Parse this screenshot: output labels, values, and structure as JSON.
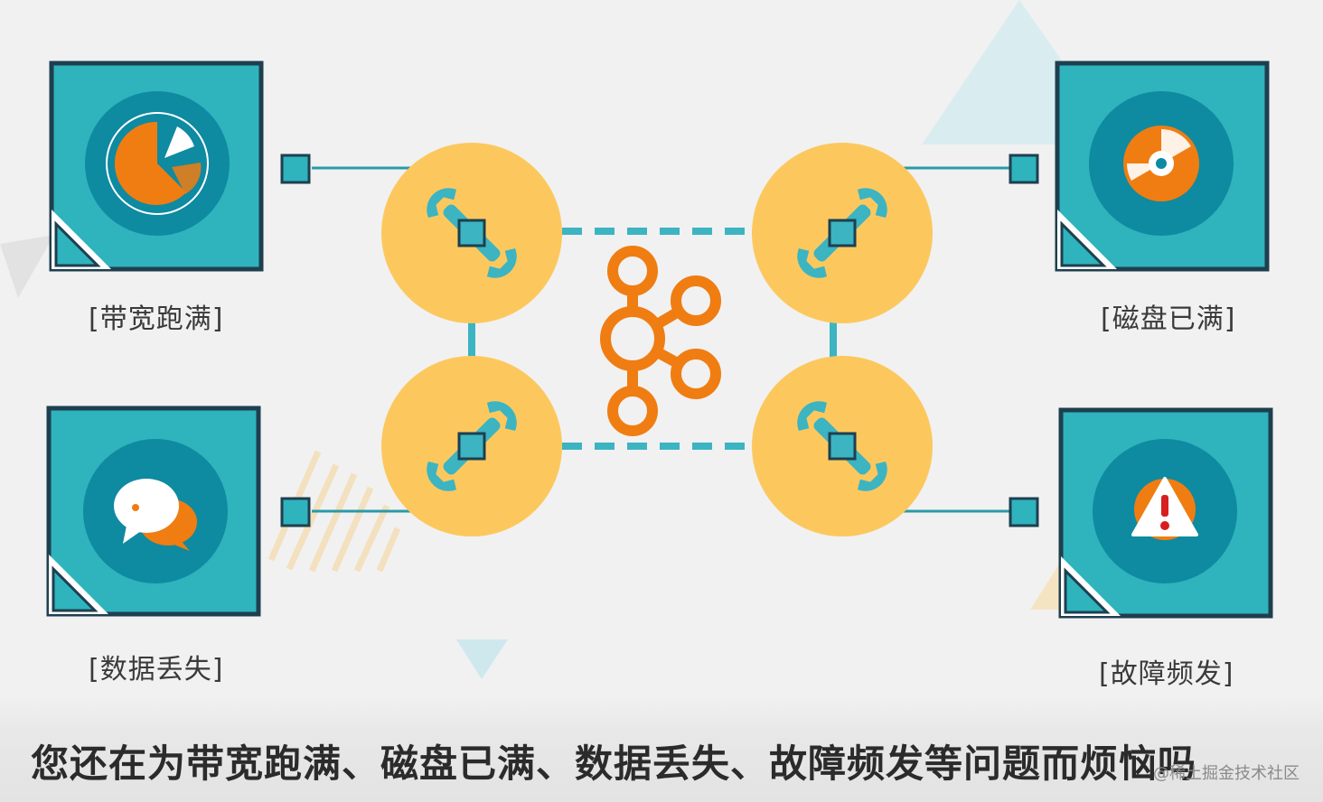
{
  "labels": {
    "top_left": "[带宽跑满]",
    "top_right": "[磁盘已满]",
    "bottom_left": "[数据丢失]",
    "bottom_right": "[故障频发]"
  },
  "subtitle": "您还在为带宽跑满、磁盘已满、数据丢失、故障频发等问题而烦恼吗",
  "watermark": "@稀土掘金技术社区",
  "colors": {
    "teal": "#2fb3bd",
    "dark_teal": "#0e8aa1",
    "navy_border": "#1e3f4f",
    "yellow": "#fcc85e",
    "orange": "#f07d12",
    "background": "#f1f1f1"
  },
  "icons": {
    "top_left": "pie-chart-icon",
    "top_right": "disc-icon",
    "bottom_left": "chat-bubbles-icon",
    "bottom_right": "warning-icon",
    "center": "kafka-logo-icon",
    "gears": "wrench-icon"
  }
}
